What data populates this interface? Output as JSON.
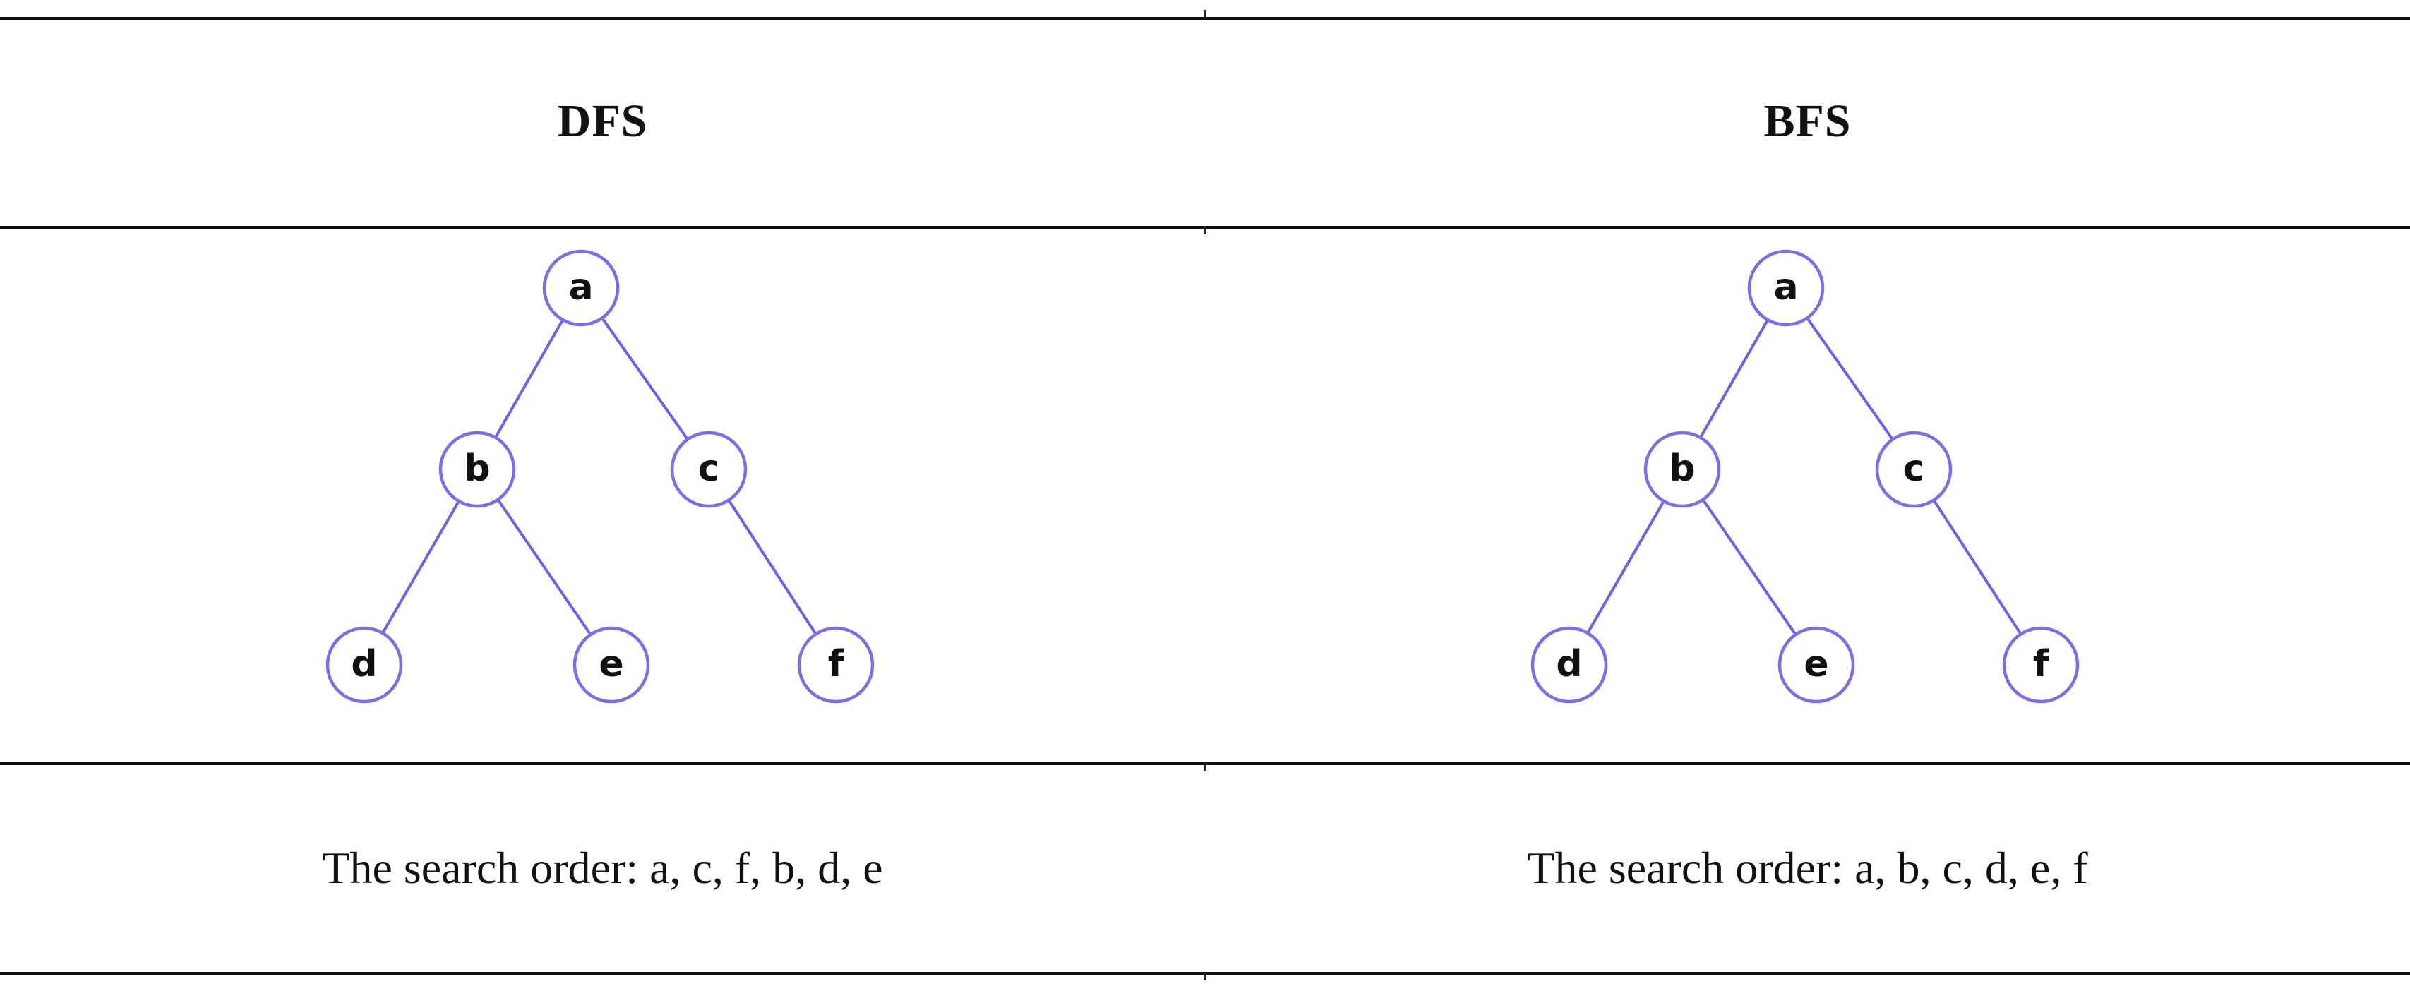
{
  "columns": [
    {
      "header": "DFS",
      "order_text": "The search order: a, c, f, b, d, e"
    },
    {
      "header": "BFS",
      "order_text": "The search order: a, b, c, d, e, f"
    }
  ],
  "tree": {
    "nodes": [
      "a",
      "b",
      "c",
      "d",
      "e",
      "f"
    ],
    "edges": [
      [
        "a",
        "b"
      ],
      [
        "a",
        "c"
      ],
      [
        "b",
        "d"
      ],
      [
        "b",
        "e"
      ],
      [
        "c",
        "f"
      ]
    ]
  },
  "colors": {
    "node_stroke": "#7b6fe8",
    "edge": "#6b63e6",
    "text": "#111111",
    "rule": "#111111"
  }
}
